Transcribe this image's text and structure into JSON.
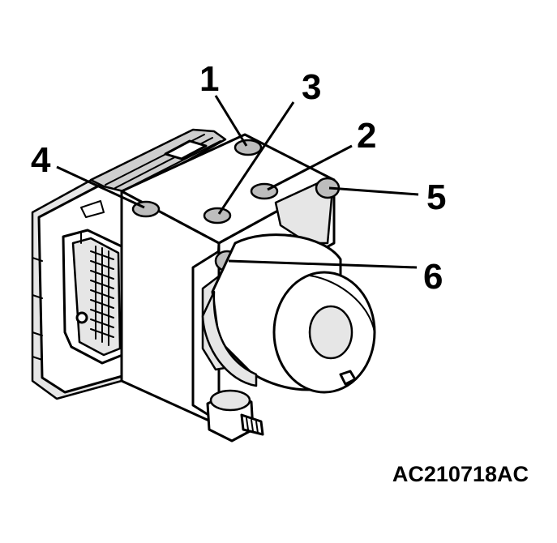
{
  "figure_code": "AC210718AC",
  "callouts": [
    {
      "id": "1",
      "label": "1"
    },
    {
      "id": "2",
      "label": "2"
    },
    {
      "id": "3",
      "label": "3"
    },
    {
      "id": "4",
      "label": "4"
    },
    {
      "id": "5",
      "label": "5"
    },
    {
      "id": "6",
      "label": "6"
    }
  ]
}
